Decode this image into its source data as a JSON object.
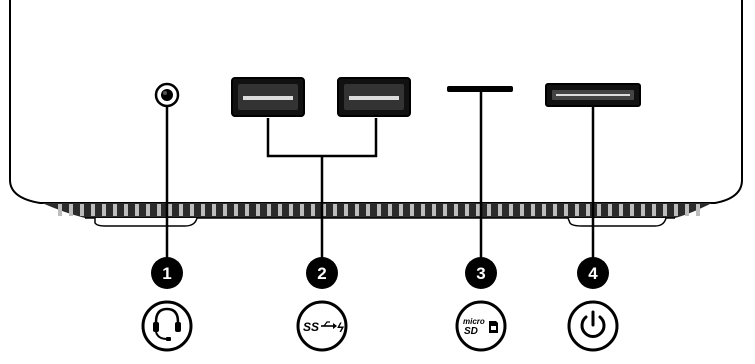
{
  "callouts": [
    {
      "number": "1",
      "icon": "headset-icon"
    },
    {
      "number": "2",
      "icon": "usb-superspeed-charging-icon",
      "symbol_text": "SS",
      "bolt": "ϟ"
    },
    {
      "number": "3",
      "icon": "microsd-icon",
      "symbol_text_top": "micro",
      "symbol_text_bottom": "SD"
    },
    {
      "number": "4",
      "icon": "power-icon"
    }
  ],
  "colors": {
    "line": "#000000",
    "chassis_fill": "#ffffff",
    "vent_fill": "#1a1a1a"
  }
}
